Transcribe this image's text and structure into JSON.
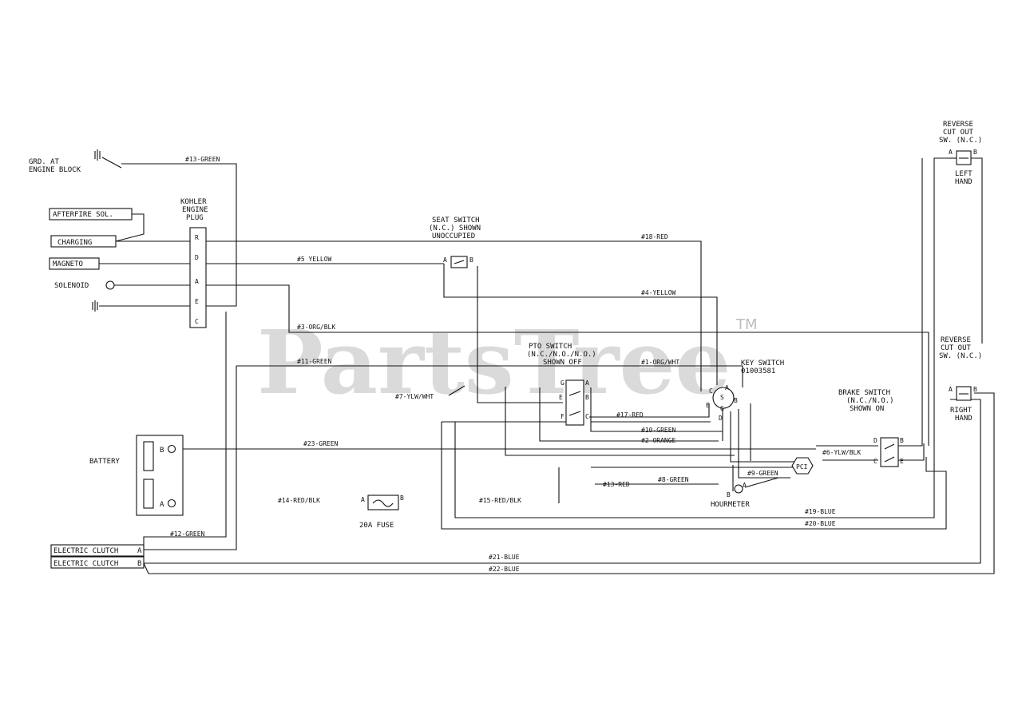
{
  "watermark": {
    "text": "PartsTree",
    "tm": "TM"
  },
  "components": {
    "grd_block": [
      "GRD. AT",
      "ENGINE BLOCK"
    ],
    "kohler_plug": [
      "KOHLER",
      "ENGINE",
      "PLUG"
    ],
    "plug_pins": [
      "R",
      "D",
      "A",
      "E",
      "C"
    ],
    "afterfire": "AFTERFIRE SOL.",
    "charging": "CHARGING",
    "magneto": "MAGNETO",
    "solenoid": "SOLENOID",
    "seat_switch": [
      "SEAT SWITCH",
      "(N.C.) SHOWN",
      "UNOCCUPIED"
    ],
    "seat_pins": [
      "A",
      "B"
    ],
    "pto_switch": [
      "PTO SWITCH",
      "(N.C./N.O./N.O.)",
      "SHOWN OFF"
    ],
    "pto_pins": [
      "G",
      "A",
      "E",
      "B",
      "F",
      "C"
    ],
    "key_switch": [
      "KEY SWITCH",
      "01003581"
    ],
    "key_pins": [
      "C",
      "A",
      "S",
      "B",
      "E",
      "G",
      "D"
    ],
    "brake_switch": [
      "BRAKE SWITCH",
      "(N.C./N.O.)",
      "SHOWN ON"
    ],
    "brake_pins": [
      "D",
      "B",
      "C",
      "E"
    ],
    "reverse_left": [
      "REVERSE",
      "CUT OUT",
      "SW. (N.C.)"
    ],
    "left_hand": [
      "LEFT",
      "HAND"
    ],
    "reverse_right": [
      "REVERSE",
      "CUT OUT",
      "SW. (N.C.)"
    ],
    "right_hand": [
      "RIGHT",
      "HAND"
    ],
    "rev_pins": [
      "A",
      "B"
    ],
    "battery": "BATTERY",
    "battery_pins": [
      "B",
      "A"
    ],
    "fuse": "20A FUSE",
    "fuse_pins": [
      "A",
      "B"
    ],
    "hourmeter": "HOURMETER",
    "hour_pins": [
      "B",
      "A"
    ],
    "pto_clutch_symbol": "PCI",
    "clutch_a": "ELECTRIC CLUTCH",
    "clutch_a_pin": "A",
    "clutch_b": "ELECTRIC CLUTCH",
    "clutch_b_pin": "B"
  },
  "wires": {
    "w13": "#13-GREEN",
    "w18": "#18-RED",
    "w5": "#5 YELLOW",
    "w4": "#4-YELLOW",
    "w3": "#3-ORG/BLK",
    "w11": "#11-GREEN",
    "w1": "#1-ORG/WHT",
    "w7": "#7-YLW/WHT",
    "w17": "#17-RED",
    "w10": "#10-GREEN",
    "w2": "#2-ORANGE",
    "w23": "#23-GREEN",
    "w6": "#6-YLW/BLK",
    "w9": "#9-GREEN",
    "w8": "#8-GREEN",
    "w13r": "#13-RED",
    "w14": "#14-RED/BLK",
    "w15": "#15-RED/BLK",
    "w19": "#19-BLUE",
    "w20": "#20-BLUE",
    "w12": "#12-GREEN",
    "w21": "#21-BLUE",
    "w22": "#22-BLUE"
  }
}
